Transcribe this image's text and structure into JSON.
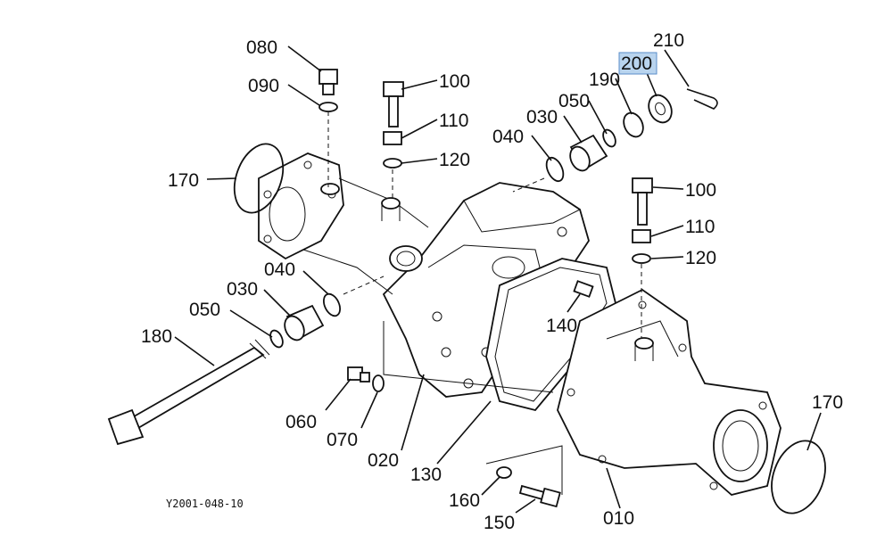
{
  "parts": {
    "p080": "080",
    "p090": "090",
    "p100a": "100",
    "p110a": "110",
    "p120a": "120",
    "p170a": "170",
    "p040a": "040",
    "p030a": "030",
    "p050a": "050",
    "p190": "190",
    "p200": "200",
    "p210": "210",
    "p100b": "100",
    "p110b": "110",
    "p120b": "120",
    "p040b": "040",
    "p030b": "030",
    "p050b": "050",
    "p180": "180",
    "p140": "140",
    "p170b": "170",
    "p060": "060",
    "p070": "070",
    "p020": "020",
    "p130": "130",
    "p160": "160",
    "p150": "150",
    "p010": "010"
  },
  "figure_id": "Y2001-048-10",
  "highlight_color": "#b9d4ee"
}
